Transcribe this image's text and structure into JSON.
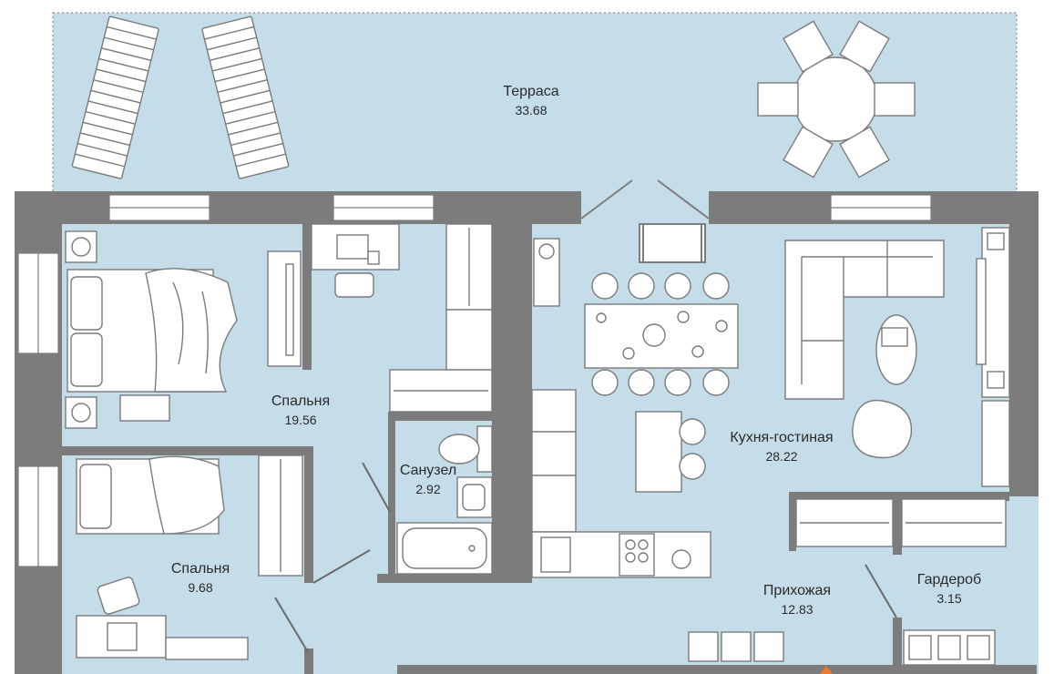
{
  "plan": {
    "colors": {
      "floor": "#c5dde8",
      "wall": "#7c7c7c",
      "furniture_stroke": "#6a6a6a",
      "accent": "#f07a2a"
    },
    "rooms": [
      {
        "id": "terrace",
        "name": "Терраса",
        "area": "33.68"
      },
      {
        "id": "bedroom-1",
        "name": "Спальня",
        "area": "19.56"
      },
      {
        "id": "bathroom",
        "name": "Санузел",
        "area": "2.92"
      },
      {
        "id": "kitchen-living",
        "name": "Кухня-гостиная",
        "area": "28.22"
      },
      {
        "id": "bedroom-2",
        "name": "Спальня",
        "area": "9.68"
      },
      {
        "id": "hallway",
        "name": "Прихожая",
        "area": "12.83"
      },
      {
        "id": "wardrobe",
        "name": "Гардероб",
        "area": "3.15"
      }
    ]
  }
}
